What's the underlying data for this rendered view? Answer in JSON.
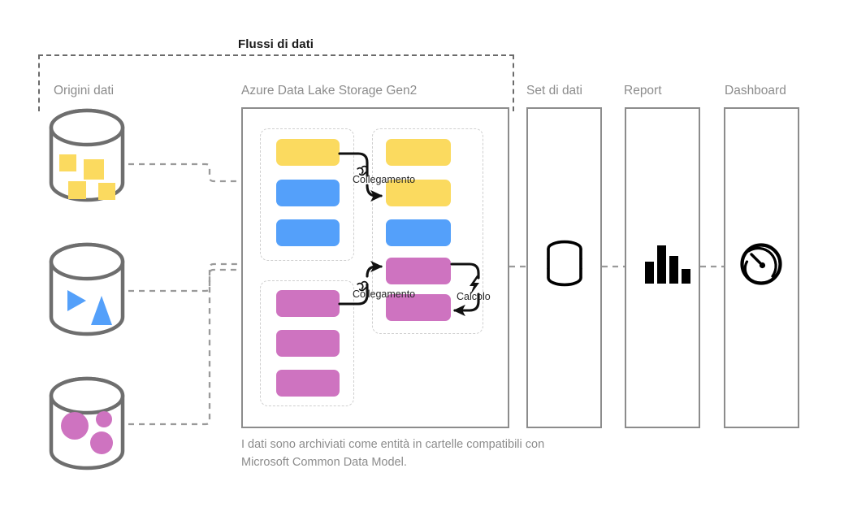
{
  "diagram": {
    "title": "Flussi di dati",
    "caption": "I dati sono archiviati come entità in cartelle compatibili con\nMicrosoft Common Data Model.",
    "columns": [
      {
        "id": "origini-dati",
        "label": "Origini dati"
      },
      {
        "id": "adls-gen2",
        "label": "Azure Data Lake Storage Gen2"
      },
      {
        "id": "set-di-dati",
        "label": "Set di dati"
      },
      {
        "id": "report",
        "label": "Report"
      },
      {
        "id": "dashboard",
        "label": "Dashboard"
      }
    ],
    "edge_labels": [
      {
        "id": "collegamento-1",
        "text": "Collegamento",
        "icon": "link-icon"
      },
      {
        "id": "collegamento-2",
        "text": "Collegamento",
        "icon": "link-icon"
      },
      {
        "id": "calcolo-1",
        "text": "Calcolo",
        "icon": "lightning-icon"
      }
    ],
    "data_sources": [
      {
        "id": "source-yellow",
        "icon": "database-cylinder-icon",
        "marker_shape": "square",
        "marker_color": "#FBDA5F",
        "marker_count": 4
      },
      {
        "id": "source-blue",
        "icon": "database-cylinder-icon",
        "marker_shape": "triangle",
        "marker_color": "#54A0FA",
        "marker_count": 2
      },
      {
        "id": "source-pink",
        "icon": "database-cylinder-icon",
        "marker_shape": "circle",
        "marker_color": "#CE73C0",
        "marker_count": 3
      }
    ],
    "entity_groups": [
      {
        "id": "group-staged-top",
        "chips": [
          {
            "id": "chip-a1",
            "color_name": "yellow"
          },
          {
            "id": "chip-a2",
            "color_name": "blue"
          },
          {
            "id": "chip-a3",
            "color_name": "blue"
          }
        ]
      },
      {
        "id": "group-staged-bottom",
        "chips": [
          {
            "id": "chip-b1",
            "color_name": "pink"
          },
          {
            "id": "chip-b2",
            "color_name": "pink"
          },
          {
            "id": "chip-b3",
            "color_name": "pink"
          }
        ]
      },
      {
        "id": "group-linked",
        "chips": [
          {
            "id": "chip-c1",
            "color_name": "yellow"
          },
          {
            "id": "chip-c2",
            "color_name": "yellow"
          },
          {
            "id": "chip-c3",
            "color_name": "blue"
          },
          {
            "id": "chip-c4",
            "color_name": "pink"
          },
          {
            "id": "chip-c5",
            "color_name": "pink"
          }
        ]
      }
    ],
    "output_panels": [
      {
        "id": "panel-set-di-dati",
        "icon": "database-stack-icon"
      },
      {
        "id": "panel-report",
        "icon": "bar-chart-icon"
      },
      {
        "id": "panel-dashboard",
        "icon": "gauge-icon"
      }
    ],
    "colors": {
      "yellow": "#FBDA5F",
      "blue": "#54A0FA",
      "pink": "#CE73C0",
      "outline_gray": "#8c8c8c",
      "dashed_gray": "#6b6b6b",
      "group_dashed": "#cfcfcf",
      "label_gray": "#8c8c8c",
      "ink": "#1a1a1a"
    }
  }
}
